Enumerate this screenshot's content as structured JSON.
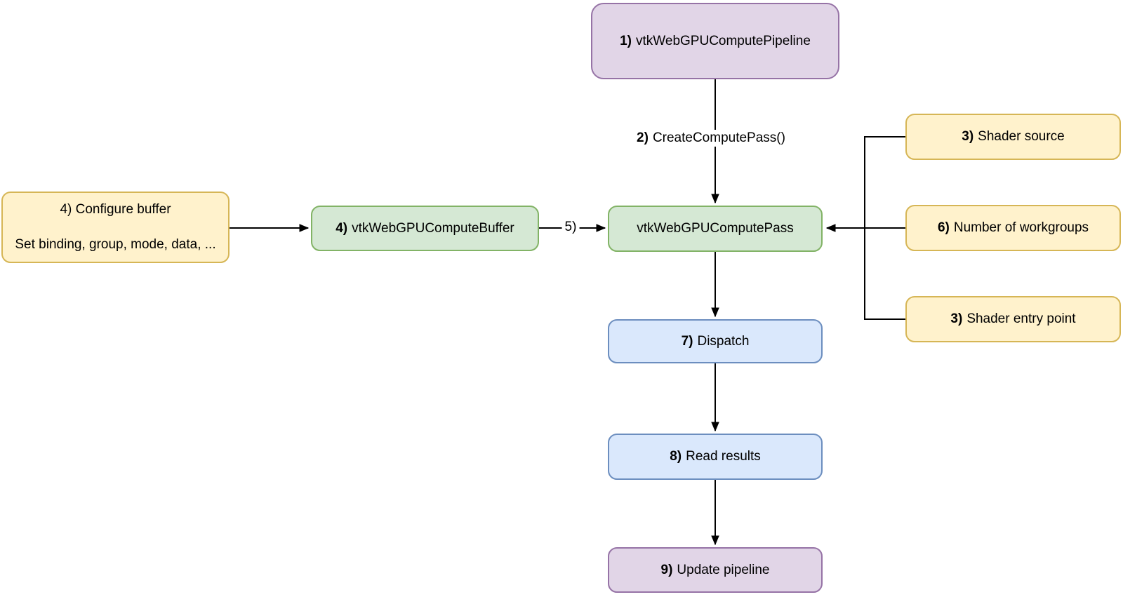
{
  "diagram": {
    "title_hint": "vtkWebGPUCompute pipeline workflow",
    "colors": {
      "purple_fill": "#E1D5E7",
      "purple_stroke": "#9673A6",
      "green_fill": "#D5E8D4",
      "green_stroke": "#82B366",
      "yellow_fill": "#FFF2CC",
      "yellow_stroke": "#D6B656",
      "blue_fill": "#DAE8FC",
      "blue_stroke": "#6C8EBF",
      "connector": "#000000",
      "background": "#ffffff"
    },
    "nodes": {
      "pipeline": {
        "num": "1)",
        "label": "vtkWebGPUComputePipeline"
      },
      "compute_pass": {
        "label": "vtkWebGPUComputePass"
      },
      "shader_source": {
        "num": "3)",
        "label": "Shader source"
      },
      "workgroups": {
        "num": "6)",
        "label": "Number of workgroups"
      },
      "shader_entry": {
        "num": "3)",
        "label": "Shader entry point"
      },
      "configure_buffer": {
        "line1": "4) Configure buffer",
        "line2": "Set binding, group, mode, data, ..."
      },
      "compute_buffer": {
        "num": "4)",
        "label": "vtkWebGPUComputeBuffer"
      },
      "dispatch": {
        "num": "7)",
        "label": "Dispatch"
      },
      "read_results": {
        "num": "8)",
        "label": "Read results"
      },
      "update_pipeline": {
        "num": "9)",
        "label": "Update pipeline"
      }
    },
    "edges": {
      "create_compute_pass": {
        "num": "2)",
        "label": "CreateComputePass()"
      },
      "set_buffer": {
        "label": "5)"
      }
    }
  }
}
